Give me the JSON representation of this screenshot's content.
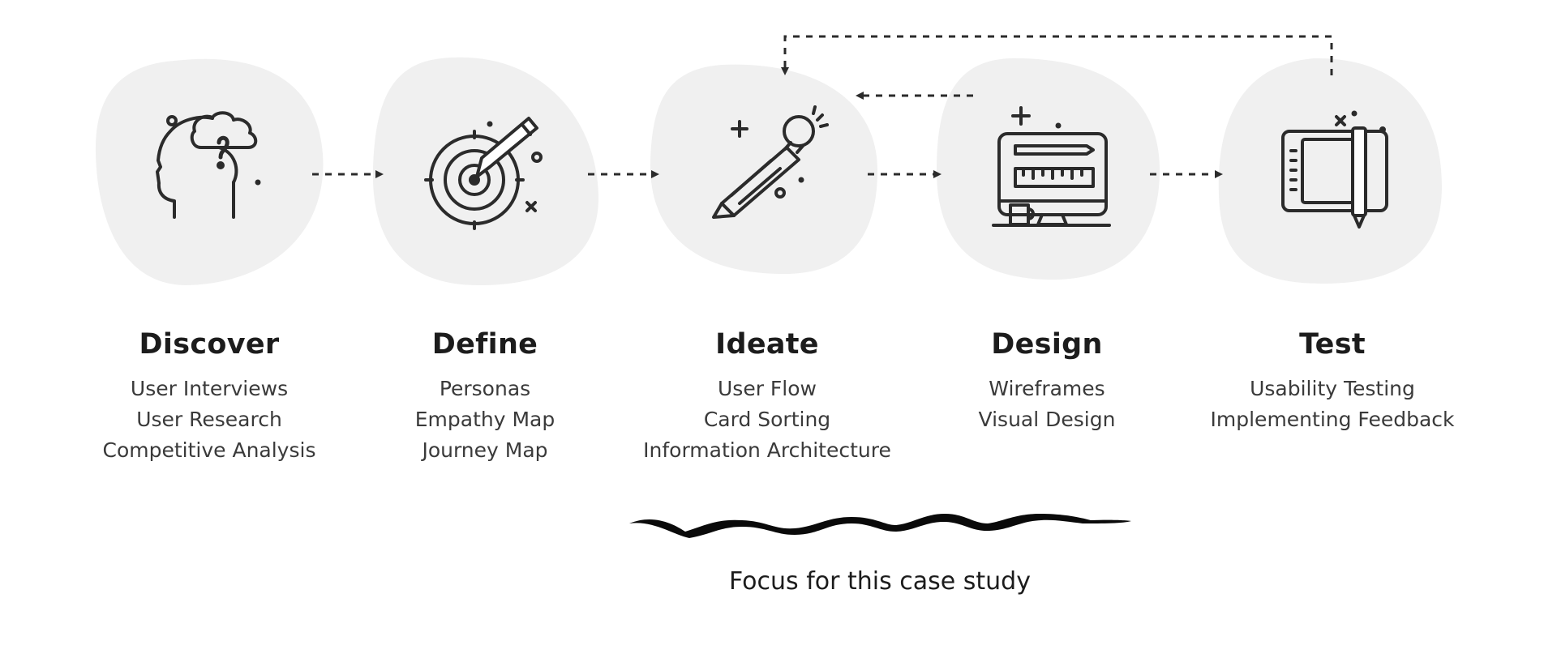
{
  "stages": [
    {
      "id": "discover",
      "title": "Discover",
      "items": [
        "User Interviews",
        "User Research",
        "Competitive Analysis"
      ],
      "icon": "head-question-icon"
    },
    {
      "id": "define",
      "title": "Define",
      "items": [
        "Personas",
        "Empathy Map",
        "Journey Map"
      ],
      "icon": "target-pencil-icon"
    },
    {
      "id": "ideate",
      "title": "Ideate",
      "items": [
        "User Flow",
        "Card Sorting",
        "Information Architecture"
      ],
      "icon": "lightbulb-pencil-icon"
    },
    {
      "id": "design",
      "title": "Design",
      "items": [
        "Wireframes",
        "Visual Design"
      ],
      "icon": "monitor-ruler-icon"
    },
    {
      "id": "test",
      "title": "Test",
      "items": [
        "Usability Testing",
        "Implementing Feedback"
      ],
      "icon": "tablet-pen-icon"
    }
  ],
  "focus": {
    "caption": "Focus for this case study"
  },
  "colors": {
    "blob": "#f0f0f0",
    "ink": "#2b2b2b",
    "text": "#3a3a3a"
  }
}
